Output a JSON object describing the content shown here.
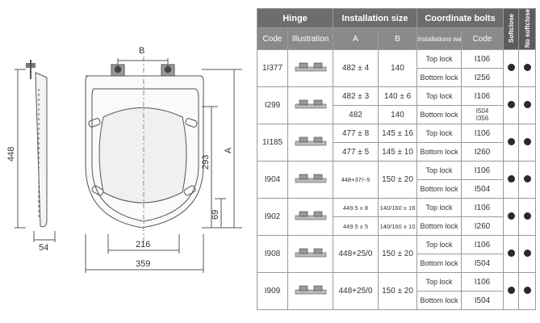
{
  "drawing": {
    "dim_b": "B",
    "dim_448": "448",
    "dim_54": "54",
    "dim_216": "216",
    "dim_359": "359",
    "dim_293": "293",
    "dim_a": "A",
    "dim_69": "69"
  },
  "table": {
    "groups": {
      "hinge": "Hinge",
      "installation_size": "Installation size",
      "coordinate_bolts": "Coordinate bolts",
      "softclose": "Softclose",
      "no_softclose": "No softclose"
    },
    "subheaders": {
      "code": "Code",
      "illustration": "Illustration",
      "a": "A",
      "b": "B",
      "installations_way": "Installations way",
      "bolt_code": "Code"
    },
    "rows": [
      {
        "code": "1I377",
        "a1": "482 ± 4",
        "b1": "140",
        "a2": "",
        "b2": "",
        "way1": "Top lock",
        "bolt1": "I106",
        "way2": "Bottom lock",
        "bolt2": "I256"
      },
      {
        "code": "I299",
        "a1": "482 ± 3",
        "b1": "140 ± 6",
        "a2": "482",
        "b2": "140",
        "way1": "Top lock",
        "bolt1": "I106",
        "way2": "Bottom lock",
        "bolt2": "I504",
        "bolt3": "I356"
      },
      {
        "code": "1I185",
        "a1": "477 ± 8",
        "b1": "145 ± 16",
        "a2": "477 ± 5",
        "b2": "145 ± 10",
        "way1": "Top lock",
        "bolt1": "I106",
        "way2": "Bottom lock",
        "bolt2": "I260"
      },
      {
        "code": "I904",
        "a1": "448+37/−5",
        "b1": "150 ± 20",
        "a2": "",
        "b2": "",
        "way1": "Top lock",
        "bolt1": "I106",
        "way2": "Bottom lock",
        "bolt2": "I504"
      },
      {
        "code": "I902",
        "a1": "449.5 ± 8",
        "b1": "140/160 ± 16",
        "a2": "449.5 ± 5",
        "b2": "140/160 ± 10",
        "way1": "Top lock",
        "bolt1": "I106",
        "way2": "Bottom lock",
        "bolt2": "I260"
      },
      {
        "code": "I908",
        "a1": "448+25/0",
        "b1": "150 ± 20",
        "a2": "",
        "b2": "",
        "way1": "Top lock",
        "bolt1": "I106",
        "way2": "Bottom lock",
        "bolt2": "I504"
      },
      {
        "code": "I909",
        "a1": "448+25/0",
        "b1": "150 ± 20",
        "a2": "",
        "b2": "",
        "way1": "Top lock",
        "bolt1": "I106",
        "way2": "Bottom lock",
        "bolt2": "I504"
      }
    ]
  }
}
